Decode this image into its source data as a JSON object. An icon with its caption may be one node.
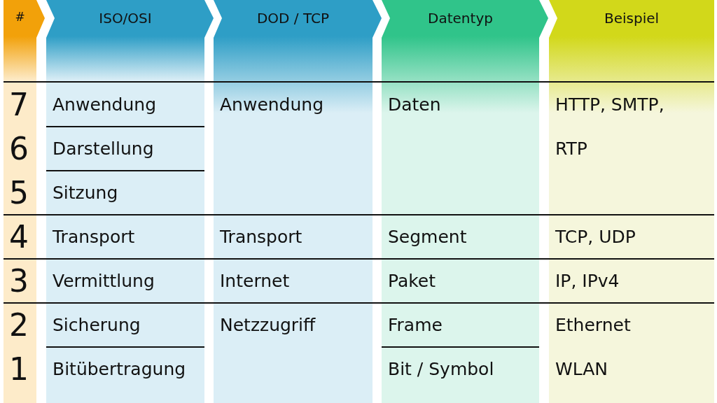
{
  "diagram": {
    "labels": [
      "#",
      "ISO/OSI",
      "DOD / TCP",
      "Datentyp",
      "Beispiel",
      "7",
      "Anwendung",
      "Anwendung",
      "Daten",
      "HTTP, SMTP, RTP",
      "6",
      "Darstellung",
      "5",
      "Sitzung",
      "4",
      "Transport",
      "Transport",
      "Segment",
      "TCP, UDP",
      "3",
      "Vermittlung",
      "Internet",
      "Paket",
      "IP, IPv4",
      "2",
      "Sicherung",
      "Netzzugriff",
      "Frame",
      "Ethernet",
      "1",
      "Bitübertragung",
      "Bit / Symbol",
      "WLAN"
    ]
  }
}
